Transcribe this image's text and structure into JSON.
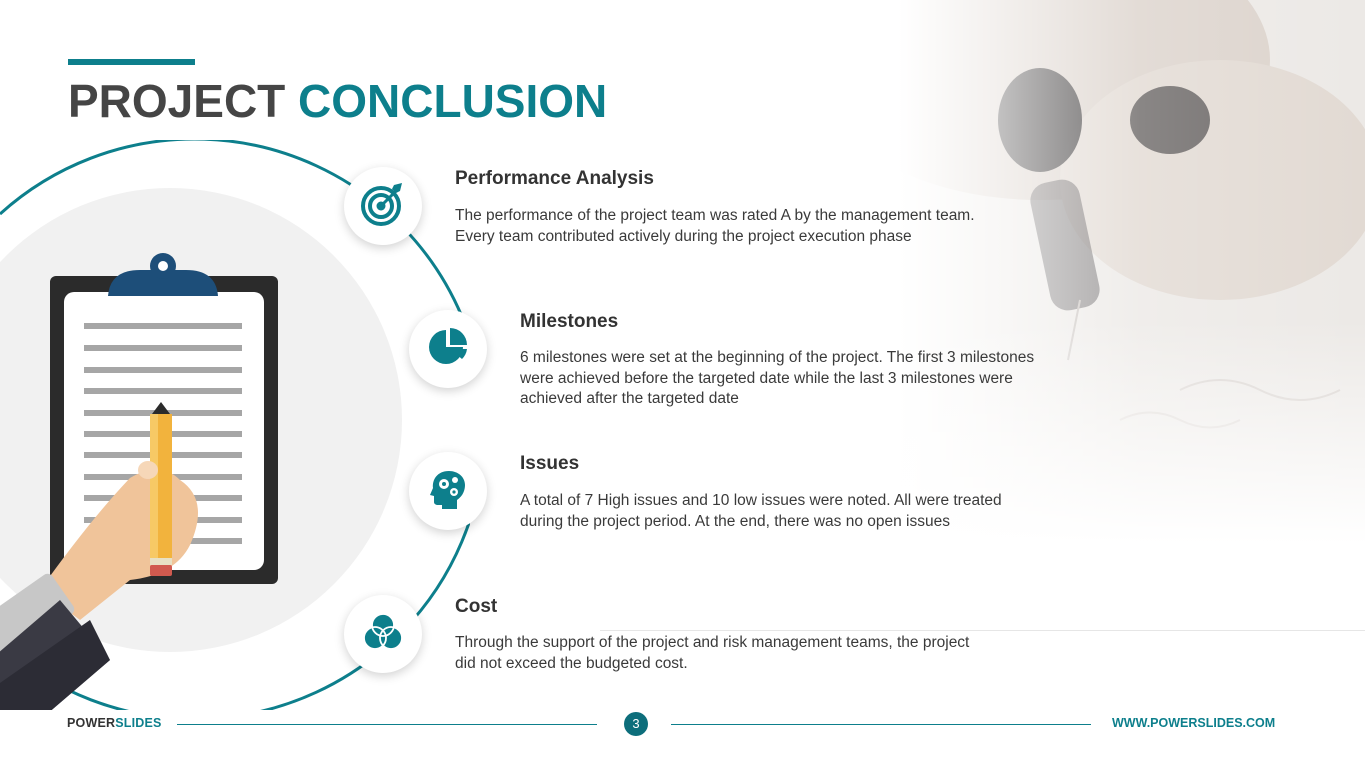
{
  "title": {
    "word1": "PROJECT",
    "word2": "CONCLUSION"
  },
  "colors": {
    "accent": "#0d7f8c",
    "dark_text": "#454545",
    "page_badge": "#0d6e7b",
    "clipboard_blue": "#1d4e79",
    "pencil_yellow": "#f2b33d"
  },
  "items": [
    {
      "icon": "target-icon",
      "heading": "Performance Analysis",
      "text": "The performance of the project team was rated A by the management team.\nEvery team contributed actively during the project execution phase"
    },
    {
      "icon": "pie-chart-icon",
      "heading": "Milestones",
      "text": "6 milestones were set at the beginning of the project. The first 3 milestones\nwere achieved before the targeted date while the last 3 milestones were\nachieved after the targeted date"
    },
    {
      "icon": "head-gears-icon",
      "heading": "Issues",
      "text": "A total of 7 High issues and 10 low issues were noted. All were treated\nduring the project period. At the end, there was no open issues"
    },
    {
      "icon": "venn-circles-icon",
      "heading": "Cost",
      "text": "Through the support of the project and risk management teams, the project\ndid not exceed the budgeted cost."
    }
  ],
  "footer": {
    "brand_part1": "POWER",
    "brand_part2": "SLIDES",
    "page_number": "3",
    "url": "WWW.POWERSLIDES.COM"
  }
}
